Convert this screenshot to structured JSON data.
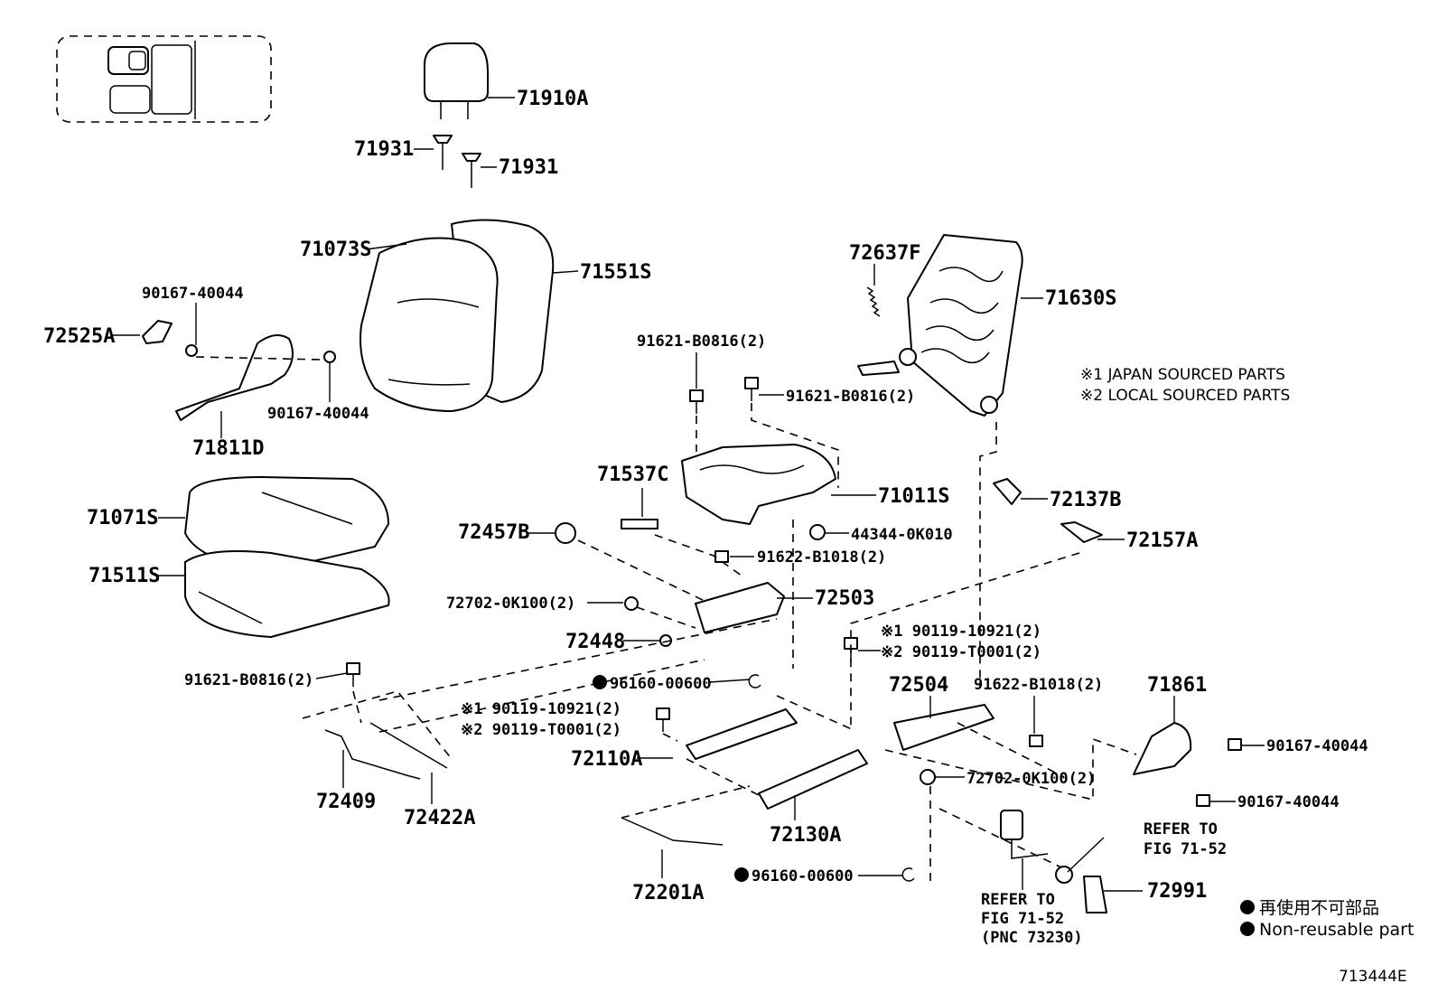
{
  "labels": {
    "p71910A": "71910A",
    "p71931_left": "71931",
    "p71931_right": "71931",
    "p71073S": "71073S",
    "p71551S": "71551S",
    "p72637F": "72637F",
    "p71630S": "71630S",
    "p90167_top": "90167-40044",
    "p72525A": "72525A",
    "p90167_mid": "90167-40044",
    "p71811D": "71811D",
    "p91621_a": "91621-B0816(2)",
    "p91621_b": "91621-B0816(2)",
    "p71537C": "71537C",
    "p71011S": "71011S",
    "p72137B": "72137B",
    "p72157A": "72157A",
    "p71071S": "71071S",
    "p72457B": "72457B",
    "p44344": "44344-0K010",
    "p91622_a": "91622-B1018(2)",
    "p71511S": "71511S",
    "p72503": "72503",
    "p72702_a": "72702-0K100(2)",
    "p72448": "72448",
    "p90119_1a": "※1 90119-10921(2)",
    "p90119_2a": "※2 90119-T0001(2)",
    "p91621_c": "91621-B0816(2)",
    "p96160_a": "96160-00600",
    "p90119_1b": "※1 90119-10921(2)",
    "p90119_2b": "※2 90119-T0001(2)",
    "p72504": "72504",
    "p91622_b": "91622-B1018(2)",
    "p71861": "71861",
    "p72110A": "72110A",
    "p90167_r1": "90167-40044",
    "p72702_b": "72702-0K100(2)",
    "p90167_r2": "90167-40044",
    "p72409": "72409",
    "p72422A": "72422A",
    "p72130A": "72130A",
    "refer_right_1": "REFER TO",
    "refer_right_2": "FIG 71-52",
    "p96160_b": "96160-00600",
    "p72991": "72991",
    "p72201A": "72201A",
    "refer_bottom_1": "REFER TO",
    "refer_bottom_2": "FIG 71-52",
    "refer_bottom_3": "(PNC 73230)"
  },
  "notes": {
    "japan": "※1 JAPAN SOURCED PARTS",
    "local": "※2 LOCAL SOURCED PARTS"
  },
  "legend": {
    "jp": "再使用不可部品",
    "en": "Non-reusable part"
  },
  "figure_id": "713444E"
}
